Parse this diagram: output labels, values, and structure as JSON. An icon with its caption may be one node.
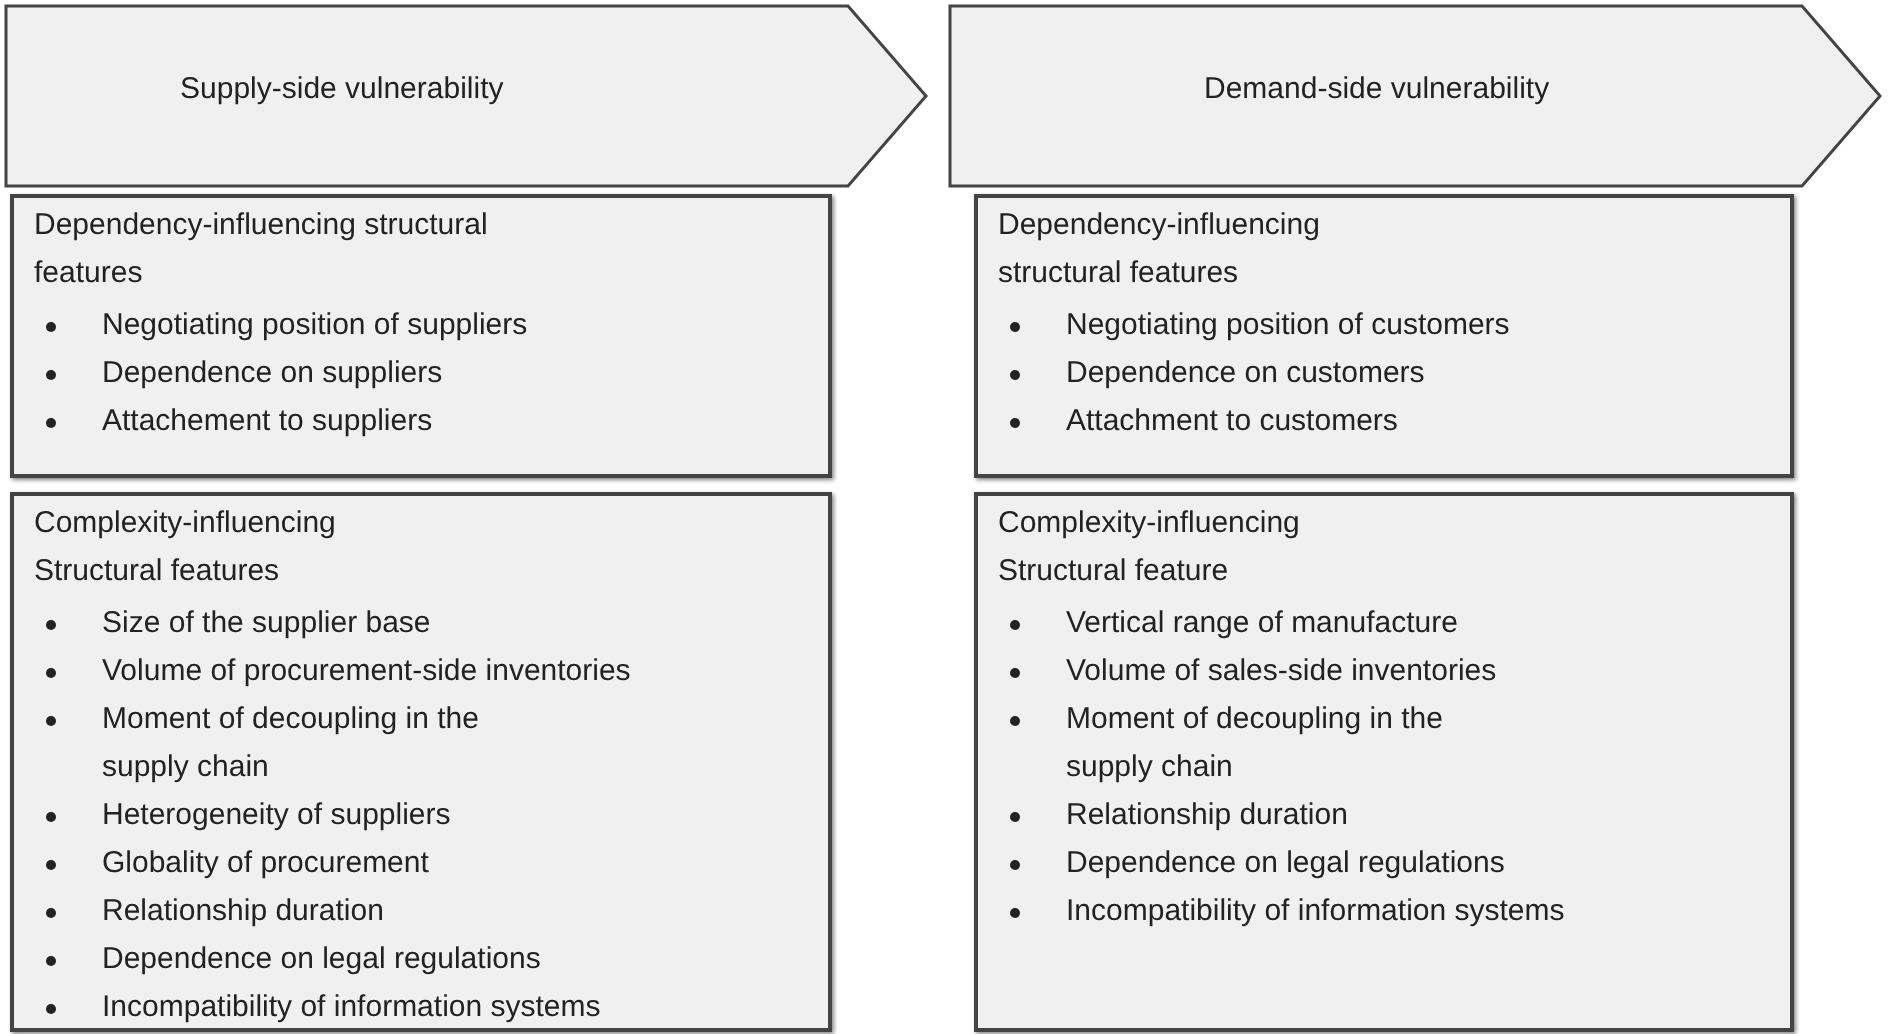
{
  "diagram": {
    "nodes": [
      {
        "text": [
          "Supply-side vulnerability"
        ]
      },
      {
        "text": [
          "Dependency-influencing structural features",
          "Negotiating position of suppliers",
          "Dependence on suppliers",
          "Attachement to suppliers"
        ]
      },
      {
        "text": [
          "Complexity-influencing Structural features",
          "Size of the supplier base",
          "Volume of procurement-side inventories",
          "Moment of decoupling in the supply chain",
          "Heterogeneity of suppliers",
          "Globality of procurement",
          "Relationship duration",
          "Dependence on legal regulations",
          "Incompatibility of information systems"
        ]
      },
      {
        "text": [
          "Demand-side vulnerability"
        ]
      },
      {
        "text": [
          "Dependency-influencing structural features",
          "Negotiating position of customers",
          "Dependence on customers",
          "Attachment to customers"
        ]
      },
      {
        "text": [
          "Complexity-influencing Structural feature",
          "Vertical range of manufacture",
          "Volume of sales-side inventories",
          "Moment of decoupling in the supply chain",
          "Relationship duration",
          "Dependence on legal regulations",
          "Incompatibility of information systems"
        ]
      }
    ]
  }
}
